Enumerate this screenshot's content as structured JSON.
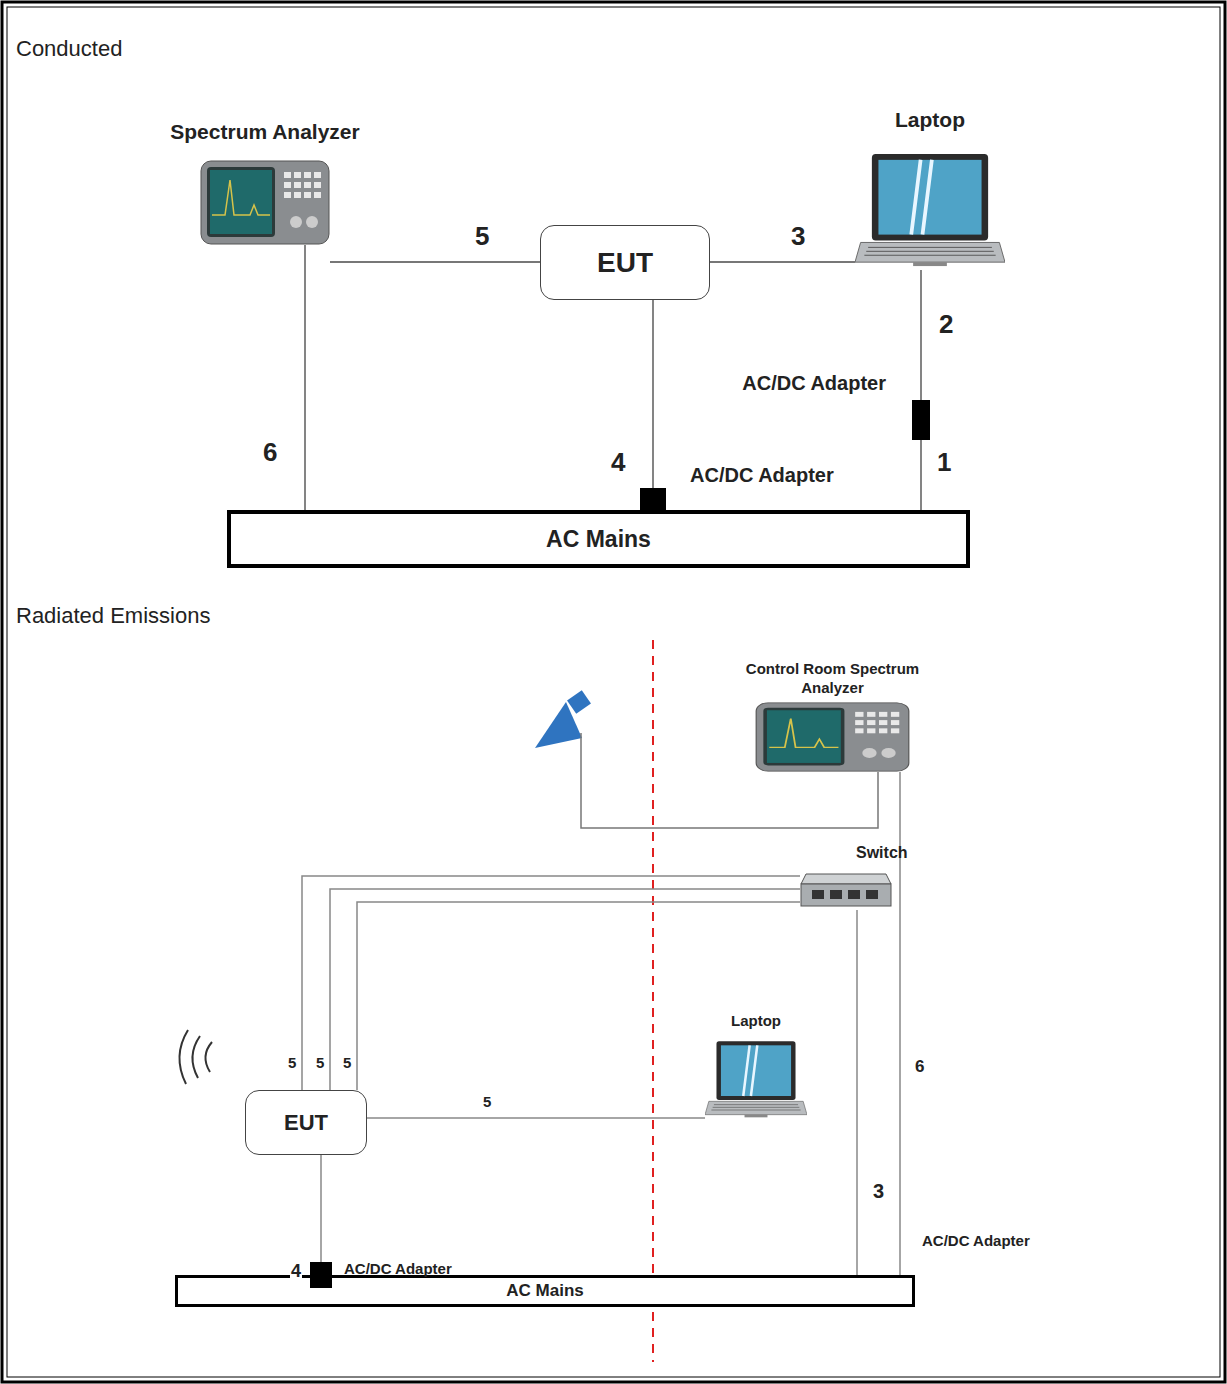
{
  "diagram": {
    "nodes": [
      {
        "text": [
          "Spectrum Analyzer"
        ]
      },
      {
        "text": [
          "EUT"
        ]
      },
      {
        "text": [
          "Laptop"
        ]
      },
      {
        "text": [
          "AC/DC Adapter"
        ]
      },
      {
        "text": [
          "AC/DC Adapter"
        ]
      },
      {
        "text": [
          "AC Mains"
        ]
      },
      {
        "text": [
          "Control Room Spectrum Analyzer"
        ]
      },
      {
        "text": [
          "Switch"
        ]
      },
      {
        "text": [
          "EUT"
        ]
      },
      {
        "text": [
          "Laptop"
        ]
      },
      {
        "text": [
          "AC/DC Adapter"
        ]
      },
      {
        "text": [
          "AC Mains"
        ]
      }
    ],
    "edges": [
      {
        "from": 0,
        "to": 1,
        "arrow": "none",
        "label": "5"
      },
      {
        "from": 1,
        "to": 2,
        "arrow": "none",
        "label": "3"
      },
      {
        "from": 2,
        "to": 3,
        "arrow": "none",
        "label": "2"
      },
      {
        "from": 3,
        "to": 5,
        "arrow": "none",
        "label": "1"
      },
      {
        "from": 1,
        "to": 4,
        "arrow": "none",
        "label": "4"
      },
      {
        "from": 0,
        "to": 5,
        "arrow": "none",
        "label": "6"
      },
      {
        "from": 8,
        "to": 7,
        "arrow": "none",
        "label": "5"
      },
      {
        "from": 8,
        "to": 7,
        "arrow": "none",
        "label": "5"
      },
      {
        "from": 8,
        "to": 7,
        "arrow": "none",
        "label": "5"
      },
      {
        "from": 8,
        "to": 9,
        "arrow": "none",
        "label": "5"
      },
      {
        "from": 7,
        "to": 11,
        "arrow": "none",
        "label": "3"
      },
      {
        "from": 6,
        "to": 11,
        "arrow": "none",
        "label": "6"
      },
      {
        "from": 8,
        "to": 10,
        "arrow": "none",
        "label": "4"
      }
    ],
    "labels": [
      "Conducted",
      "Radiated Emissions",
      "AC/DC Adapter"
    ]
  }
}
